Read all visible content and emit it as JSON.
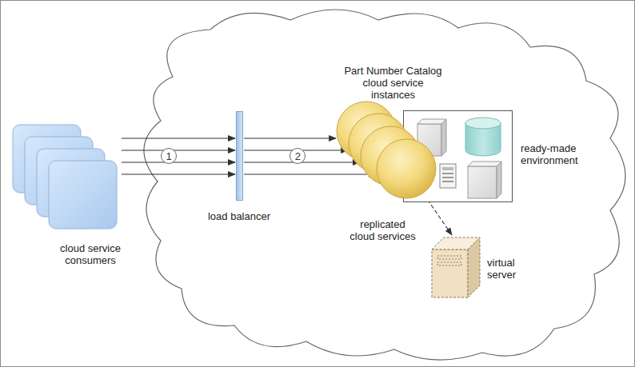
{
  "diagram": {
    "nodes": [
      {
        "text": [
          "cloud service consumers"
        ]
      },
      {
        "text": [
          "load balancer"
        ]
      },
      {
        "text": [
          "Part Number Catalog cloud service instances",
          "replicated cloud services"
        ]
      },
      {
        "text": [
          "ready-made environment"
        ]
      },
      {
        "text": [
          "virtual server"
        ]
      }
    ],
    "edges": [
      {
        "from": 0,
        "to": 1,
        "arrow": "to"
      },
      {
        "from": 0,
        "to": 1,
        "arrow": "to"
      },
      {
        "from": 0,
        "to": 1,
        "label": "1",
        "arrow": "to"
      },
      {
        "from": 0,
        "to": 1,
        "arrow": "to"
      },
      {
        "from": 1,
        "to": 2,
        "arrow": "to"
      },
      {
        "from": 1,
        "to": 2,
        "arrow": "to"
      },
      {
        "from": 1,
        "to": 2,
        "label": "2",
        "arrow": "to"
      },
      {
        "from": 1,
        "to": 2,
        "arrow": "to"
      },
      {
        "from": 2,
        "to": 4,
        "arrow": "to"
      }
    ]
  }
}
